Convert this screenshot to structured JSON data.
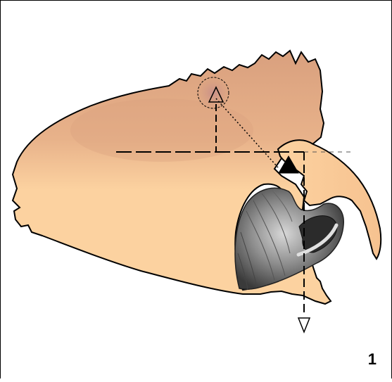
{
  "figure": {
    "panel_number": "1",
    "colors": {
      "body_light": "#fcd2a0",
      "body_dark": "#d9a07e",
      "highlight_circle": "#c9908a",
      "outline": "#000000",
      "shell_dark": "#3a3a3a",
      "shell_mid": "#8e8e8e",
      "shell_light": "#d8d8d8"
    },
    "icons": {
      "filled_marker": "filled-triangle",
      "open_marker_top": "open-triangle",
      "open_marker_bottom": "open-triangle-down"
    }
  }
}
